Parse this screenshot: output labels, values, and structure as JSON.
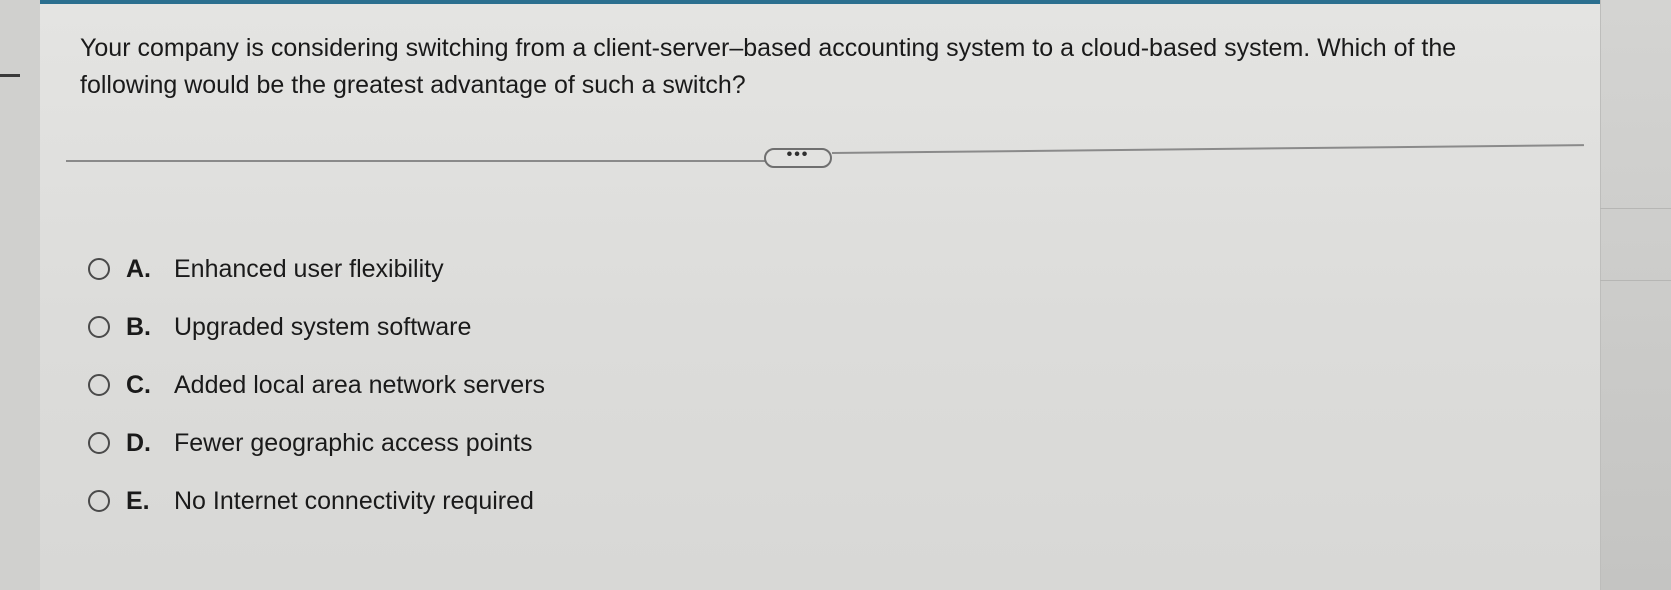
{
  "question": {
    "text": "Your company is considering switching from a client-server–based accounting system to a cloud-based system. Which of the following would be the greatest advantage of such a switch?"
  },
  "expand_button": {
    "label": "•••"
  },
  "options": [
    {
      "letter": "A.",
      "text": "Enhanced user flexibility",
      "selected": false
    },
    {
      "letter": "B.",
      "text": "Upgraded system software",
      "selected": false
    },
    {
      "letter": "C.",
      "text": "Added local area network servers",
      "selected": false
    },
    {
      "letter": "D.",
      "text": "Fewer geographic access points",
      "selected": false
    },
    {
      "letter": "E.",
      "text": "No Internet connectivity required",
      "selected": false
    }
  ],
  "colors": {
    "accent": "#2b6f8f",
    "background": "#e4e4e2",
    "text": "#1a1a1a"
  }
}
